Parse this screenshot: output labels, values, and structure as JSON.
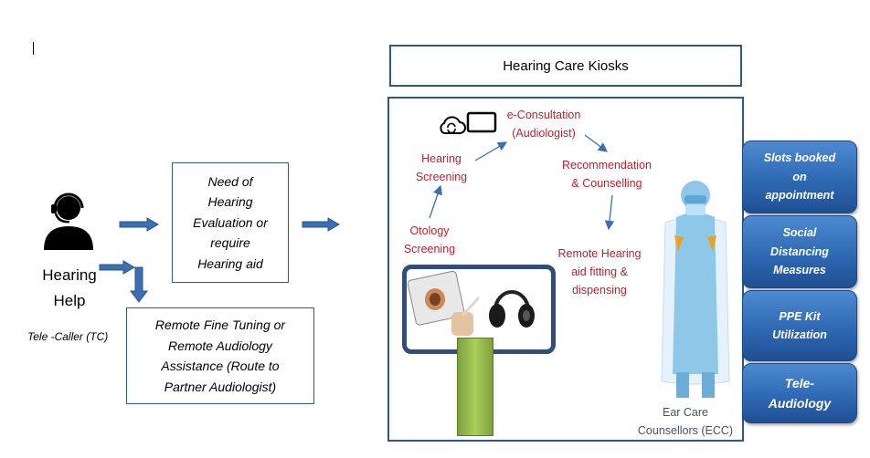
{
  "left": {
    "person_icon": "headset-person-icon",
    "help_label_line1": "Hearing",
    "help_label_line2": "Help",
    "caller_label": "Tele -Caller (TC)",
    "need_box": [
      "Need of",
      "Hearing",
      "Evaluation or",
      "require",
      "Hearing aid"
    ],
    "remote_box": [
      "Remote Fine Tuning or",
      "Remote Audiology",
      "Assistance (Route to",
      "Partner Audiologist)"
    ]
  },
  "kiosk": {
    "title": "Hearing Care Kiosks",
    "econsult_line1": "e-Consultation",
    "econsult_line2": "(Audiologist)",
    "screening_line1": "Hearing",
    "screening_line2": "Screening",
    "otology_line1": "Otology",
    "otology_line2": "Screening",
    "recommend_line1": "Recommendation",
    "recommend_line2": "& Counselling",
    "fitting_line1": "Remote Hearing",
    "fitting_line2": "aid fitting &",
    "fitting_line3": "dispensing",
    "ecc_line1": "Ear Care",
    "ecc_line2": "Counsellors (ECC)",
    "icons": [
      "cloud-sync-icon",
      "monitor-icon",
      "otoscope-tablet-icon",
      "headphones-icon",
      "health-worker-ppe-icon"
    ]
  },
  "side_buttons": [
    {
      "lines": [
        "Slots booked",
        "on",
        "appointment"
      ]
    },
    {
      "lines": [
        "Social",
        "Distancing",
        "Measures"
      ]
    },
    {
      "lines": [
        "PPE Kit",
        "Utilization"
      ]
    },
    {
      "lines": [
        "Tele-",
        "Audiology"
      ]
    }
  ],
  "colors": {
    "box_border": "#2e5a80",
    "red_text": "#c0202a",
    "arrow_blue": "#3a6fb0",
    "button_blue": "#2f69b4",
    "stand_green": "#a9cf5a"
  }
}
